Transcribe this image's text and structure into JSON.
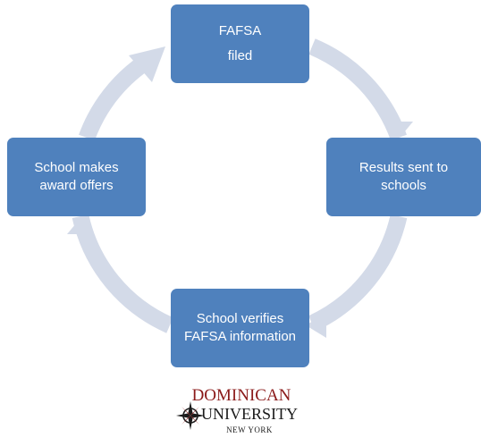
{
  "diagram": {
    "nodes": {
      "top": {
        "line1": "FAFSA",
        "line2": "filed"
      },
      "right": {
        "line1": "Results sent to",
        "line2": "schools"
      },
      "bottom": {
        "line1": "School verifies",
        "line2": "FAFSA information"
      },
      "left": {
        "line1": "School makes",
        "line2": "award offers"
      }
    },
    "colors": {
      "node_fill": "#4f81bd",
      "node_text": "#ffffff",
      "ring": "#d3dae8"
    }
  },
  "logo": {
    "line1": "DOMINICAN",
    "line2": "UNIVERSITY",
    "line3": "NEW YORK",
    "colors": {
      "primary": "#8b1a1a",
      "secondary": "#1b1b1b"
    }
  }
}
